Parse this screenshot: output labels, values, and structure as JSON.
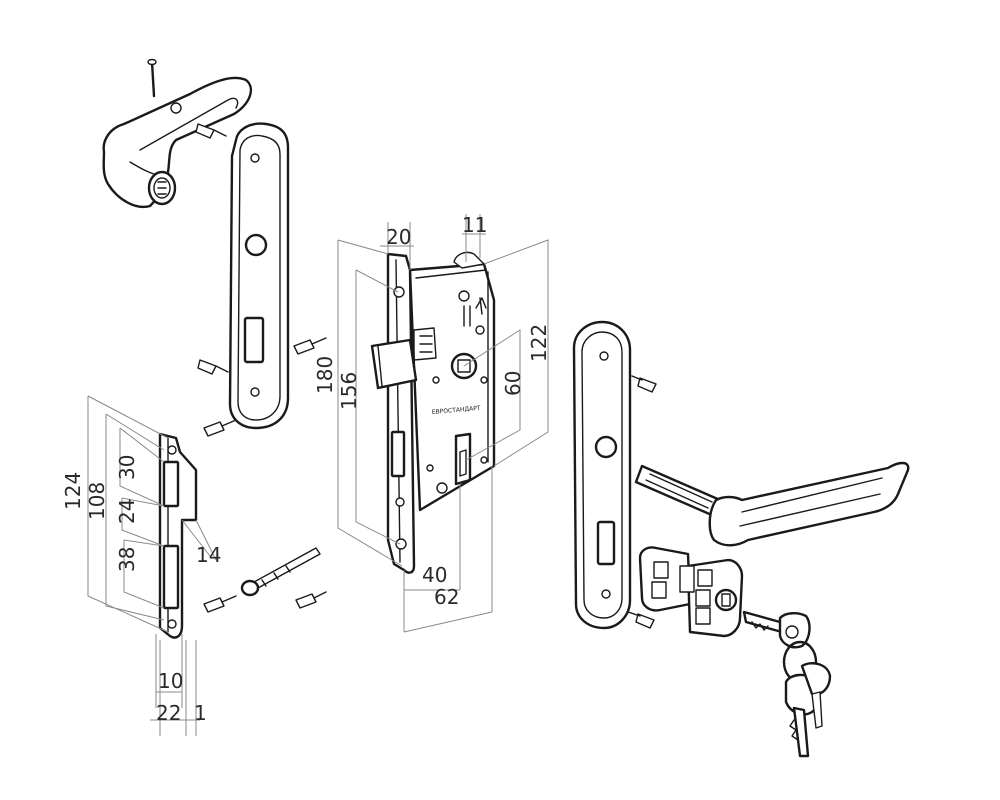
{
  "dimensions": {
    "strike": {
      "height_overall": "124",
      "height_inner": "108",
      "upper_opening": "30",
      "gap": "24",
      "lower_opening": "38",
      "lip": "14",
      "offset": "10",
      "width": "22",
      "thickness": "1"
    },
    "lock": {
      "faceplate_width": "20",
      "case_depth_offset": "11",
      "faceplate_height": "180",
      "case_height": "156",
      "case_side_height": "122",
      "center_distance": "60",
      "backset": "40",
      "case_depth": "62"
    }
  },
  "stamp_text": "ЕВРОСТАНДАРТ"
}
